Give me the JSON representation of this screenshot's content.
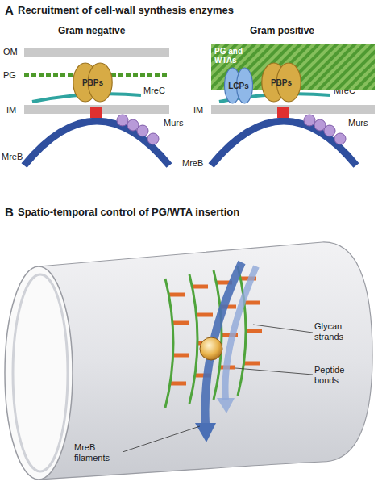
{
  "diagram": {
    "nodes": [
      {
        "text": [
          "PBPs"
        ]
      },
      {
        "text": [
          "PG and WTAs"
        ]
      },
      {
        "text": [
          "LCPs"
        ]
      },
      {
        "text": [
          "PBPs"
        ]
      }
    ],
    "labels": [
      "A",
      "Recruitment of cell-wall synthesis enzymes",
      "Gram negative",
      "Gram positive",
      "OM",
      "PG",
      "MreC",
      "IM",
      "MreB",
      "Murs",
      "MreC",
      "IM",
      "MreB",
      "Murs",
      "B",
      "Spatio-temporal control of PG/WTA insertion",
      "Glycan strands",
      "Peptide bonds",
      "MreB filaments"
    ]
  }
}
